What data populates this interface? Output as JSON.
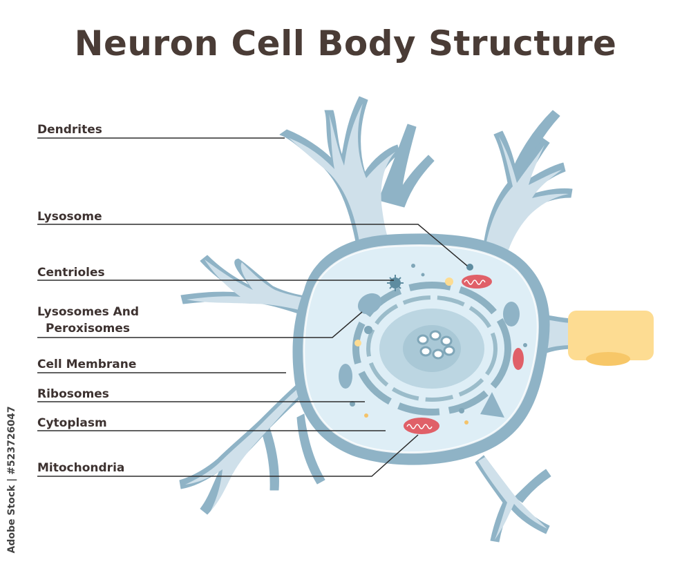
{
  "title": "Neuron Cell Body Structure",
  "labels": {
    "dendrites": "Dendrites",
    "lysosome": "Lysosome",
    "centrioles": "Centrioles",
    "lysosomes_peroxisomes_line1": "Lysosomes And",
    "lysosomes_peroxisomes_line2": "Peroxisomes",
    "cell_membrane": "Cell Membrane",
    "ribosomes": "Ribosomes",
    "cytoplasm": "Cytoplasm",
    "mitochondria": "Mitochondria"
  },
  "stock_credit": "Adobe Stock | #523726047",
  "colors": {
    "title": "#4a3c36",
    "label_text": "#3d3230",
    "leader_line": "#2b2b2b",
    "dendrite_light": "#cfe0ea",
    "dendrite_dark": "#8fb3c6",
    "cytoplasm": "#deeef6",
    "organelle": "#7fa6b8",
    "mitochondria": "#e06068",
    "axon_hillock": "#fddc92"
  }
}
